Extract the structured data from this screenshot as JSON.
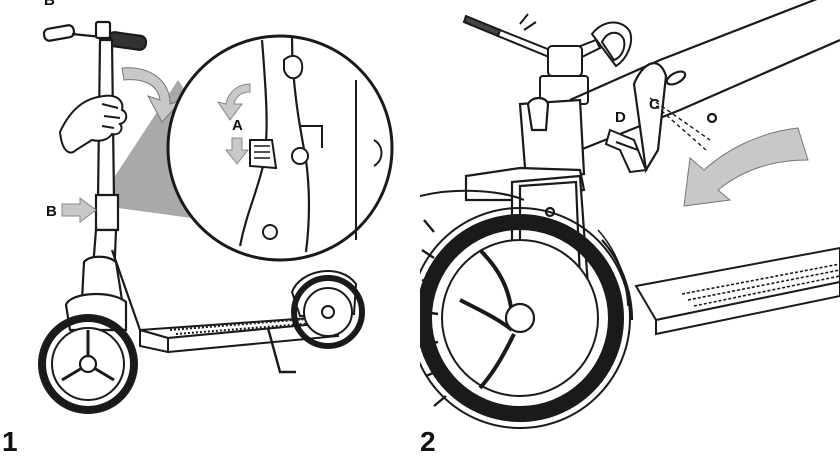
{
  "page": {
    "cropped_heading": "B"
  },
  "steps": [
    {
      "number": "1",
      "callouts": {
        "a": "A",
        "b": "B"
      }
    },
    {
      "number": "2",
      "callouts": {
        "c": "C",
        "d": "D"
      }
    }
  ],
  "colors": {
    "line": "#1a1a1a",
    "arrow_fill": "#c8c8c8",
    "zoom_wedge": "#9a9a9a"
  }
}
